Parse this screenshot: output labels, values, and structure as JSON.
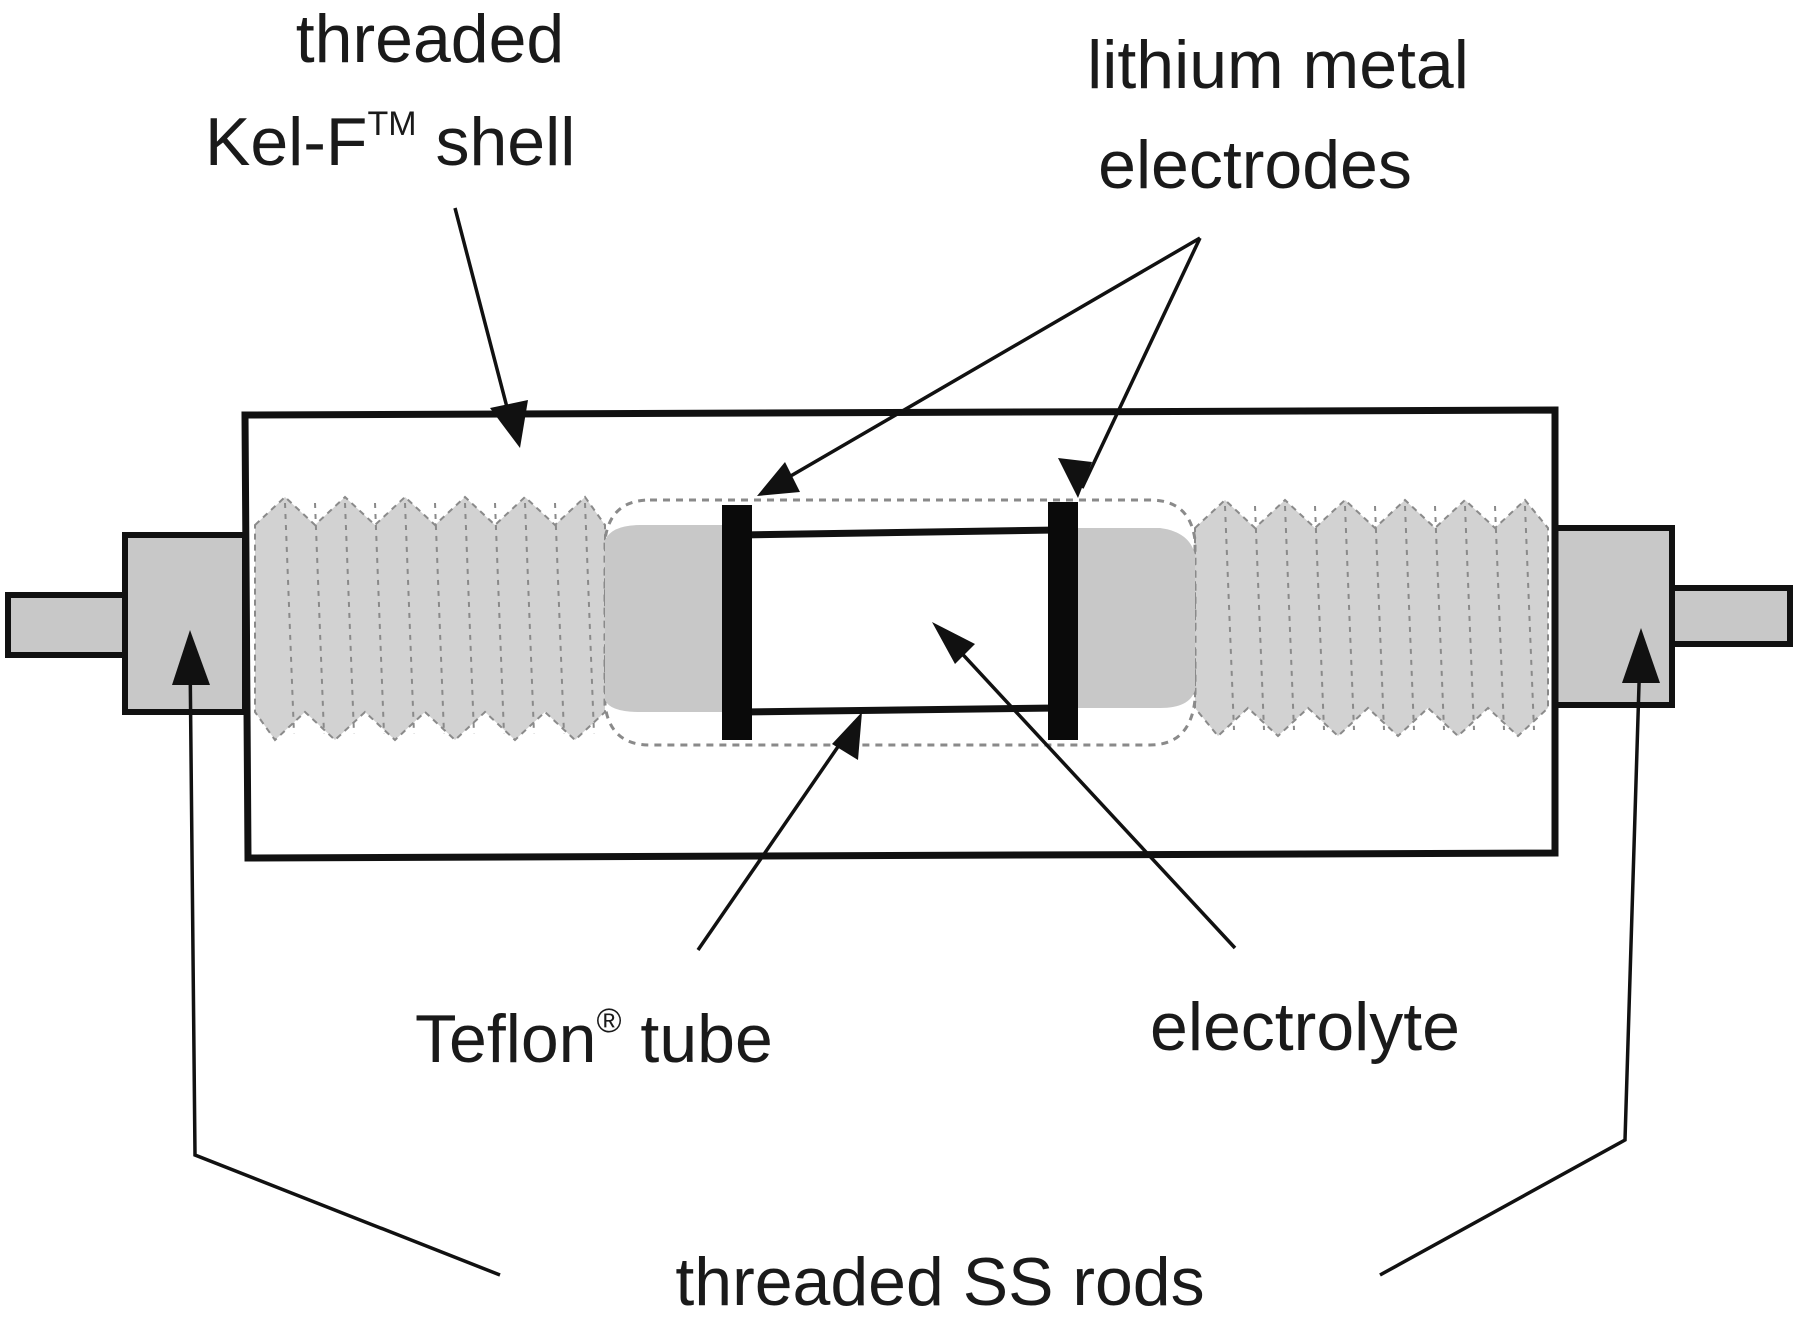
{
  "labels": {
    "shell_line1": "threaded",
    "shell_line2_main": "Kel-F",
    "shell_line2_sup": "TM",
    "shell_line2_tail": " shell",
    "electrodes_line1": "lithium metal",
    "electrodes_line2": "electrodes",
    "tube_main": "Teflon",
    "tube_sup": "®",
    "tube_tail": " tube",
    "electrolyte": "electrolyte",
    "rods": "threaded SS rods"
  },
  "colors": {
    "outline": "#111111",
    "rod_fill": "#c8c8c8",
    "thread_fill": "#d2d2d2",
    "electrode": "#0a0a0a",
    "background": "#ffffff"
  }
}
